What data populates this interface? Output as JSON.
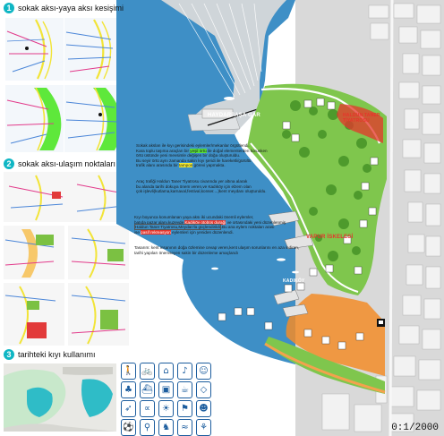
{
  "sections": [
    {
      "number": "1",
      "title": "sokak aksı-yaya aksı kesişimi"
    },
    {
      "number": "2",
      "title": "sokak aksı-ulaşım noktaları"
    },
    {
      "number": "3",
      "title": "tarihteki kıyı kullanımı"
    }
  ],
  "paragraphs": {
    "p1": [
      "Sokak aksları ile kıyı gerisindeki eylemler/mekanlar örgütlendi.",
      "Kara toplu taşıma araçları bir [yeşil örtü] ile doğal elementerden korunken",
      "örtü üstünde yeni mevsimle değişen bir doğa oluşturuldu.",
      "Bu seyir örtü aynı zamanda sakin kıyı şeridi ile hareketli/gürültü",
      "trafik alanı arasında bir [tampon] görevi yapmakta."
    ],
    "p2": [
      "Araç trafiği Haldun Taner Tiyatrosu civarında yer altına alarak",
      "bu alanda tarihi dokuya önem veren,ve Kadıköy için elzem olan",
      "çok işlevli(kutlama,karnaval,festival,konser....)kent meydanı oluşturuldu."
    ],
    "p3": [
      "Kıyı boyunca konumlanan yaya aksı iki ucundaki önemli eylemler,",
      "batıda pazar alanı,kuzeyde [Kadıköy otobüs durağı] ve ortasındaki yeni düzenlenmiş",
      "[Haldun Taner Tiyatrosu,Meydan'la güçlendirildi].Bu ana eylem noktaları arası",
      "ise [pasif rekreasyon] eylemleri için yeniden düzenlendi."
    ],
    "p4": [
      "Tasarım: kent insanının doğa özlemine cevap veren,kent ulaşım sorunlarını en aza indiren,",
      "tarihi yapıları önemseyen sakin bir düzenleme amaçlandı"
    ]
  },
  "map_labels": {
    "haydarpasa": "HAYDARPAŞA GAR",
    "vapur": "VAPUR İSKELESİ",
    "kadikoy": "KADIKÖY",
    "bahariye_top": "HALDUN TANER",
    "bahariye_bottom": "TİYATROSU"
  },
  "scale": "0:1/2000",
  "pictograms": [
    "walk-icon",
    "bike-icon",
    "bench-icon",
    "music-icon",
    "theatre-icon",
    "tree-icon",
    "ferry-icon",
    "bus-icon",
    "cafe-icon",
    "kite-icon",
    "run-icon",
    "fish-icon",
    "sun-icon",
    "flag-icon",
    "child-icon",
    "ball-icon",
    "dog-icon",
    "chess-icon",
    "swim-icon",
    "picnic-icon"
  ],
  "pictogram_glyphs": [
    "🚶",
    "🚲",
    "⌂",
    "♪",
    "☺",
    "♣",
    "⛴",
    "▣",
    "☕",
    "◇",
    "➶",
    "∝",
    "☀",
    "⚑",
    "☻",
    "⚽",
    "⚲",
    "♞",
    "≈",
    "⚘"
  ],
  "colors": {
    "accent": "#0fb6c4",
    "water": "#3e8fc6",
    "green": "#58e13b",
    "red_highlight": "#e6342b",
    "orange_zone": "#f28c28"
  }
}
